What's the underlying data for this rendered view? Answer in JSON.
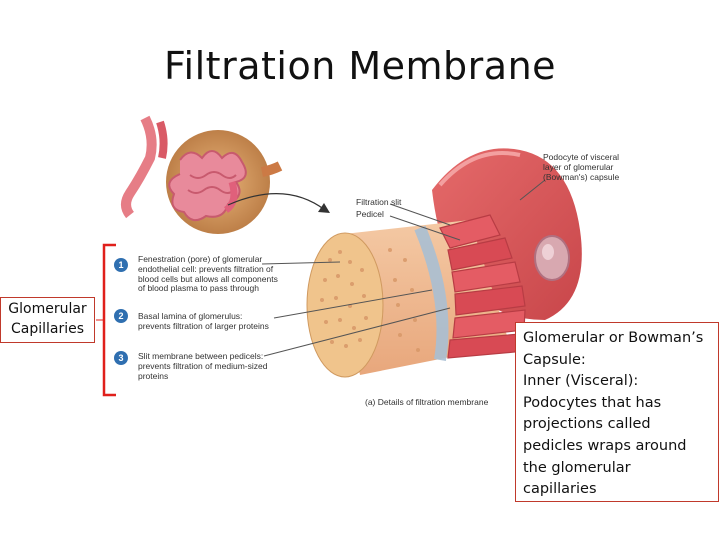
{
  "title": "Filtration Membrane",
  "left_box": {
    "lines": [
      "Glomerular",
      "Capillaries"
    ]
  },
  "right_box": {
    "lines": [
      "Glomerular or Bowman’s",
      "Capsule:",
      "Inner (Visceral):",
      "Podocytes that has",
      "projections called",
      "pedicles wraps around",
      "the glomerular",
      "capillaries"
    ]
  },
  "labels": {
    "podocyte": [
      "Podocyte of visceral",
      "layer of glomerular",
      "(Bowman's) capsule"
    ],
    "filtration_slit": "Filtration slit",
    "pedicel": "Pedicel",
    "caption": "(a) Details of filtration membrane"
  },
  "items": [
    {
      "number": "1",
      "lines": [
        "Fenestration (pore) of glomerular",
        "endothelial cell: prevents filtration of",
        "blood cells but allows all components",
        "of blood plasma to pass through"
      ]
    },
    {
      "number": "2",
      "lines": [
        "Basal lamina of glomerulus:",
        "prevents filtration of larger proteins"
      ]
    },
    {
      "number": "3",
      "lines": [
        "Slit membrane between pedicels:",
        "prevents filtration of medium-sized",
        "proteins"
      ]
    }
  ],
  "colors": {
    "bracket": "#e0201b",
    "badge": "#2f6fb0",
    "box_border": "#c0392b"
  }
}
